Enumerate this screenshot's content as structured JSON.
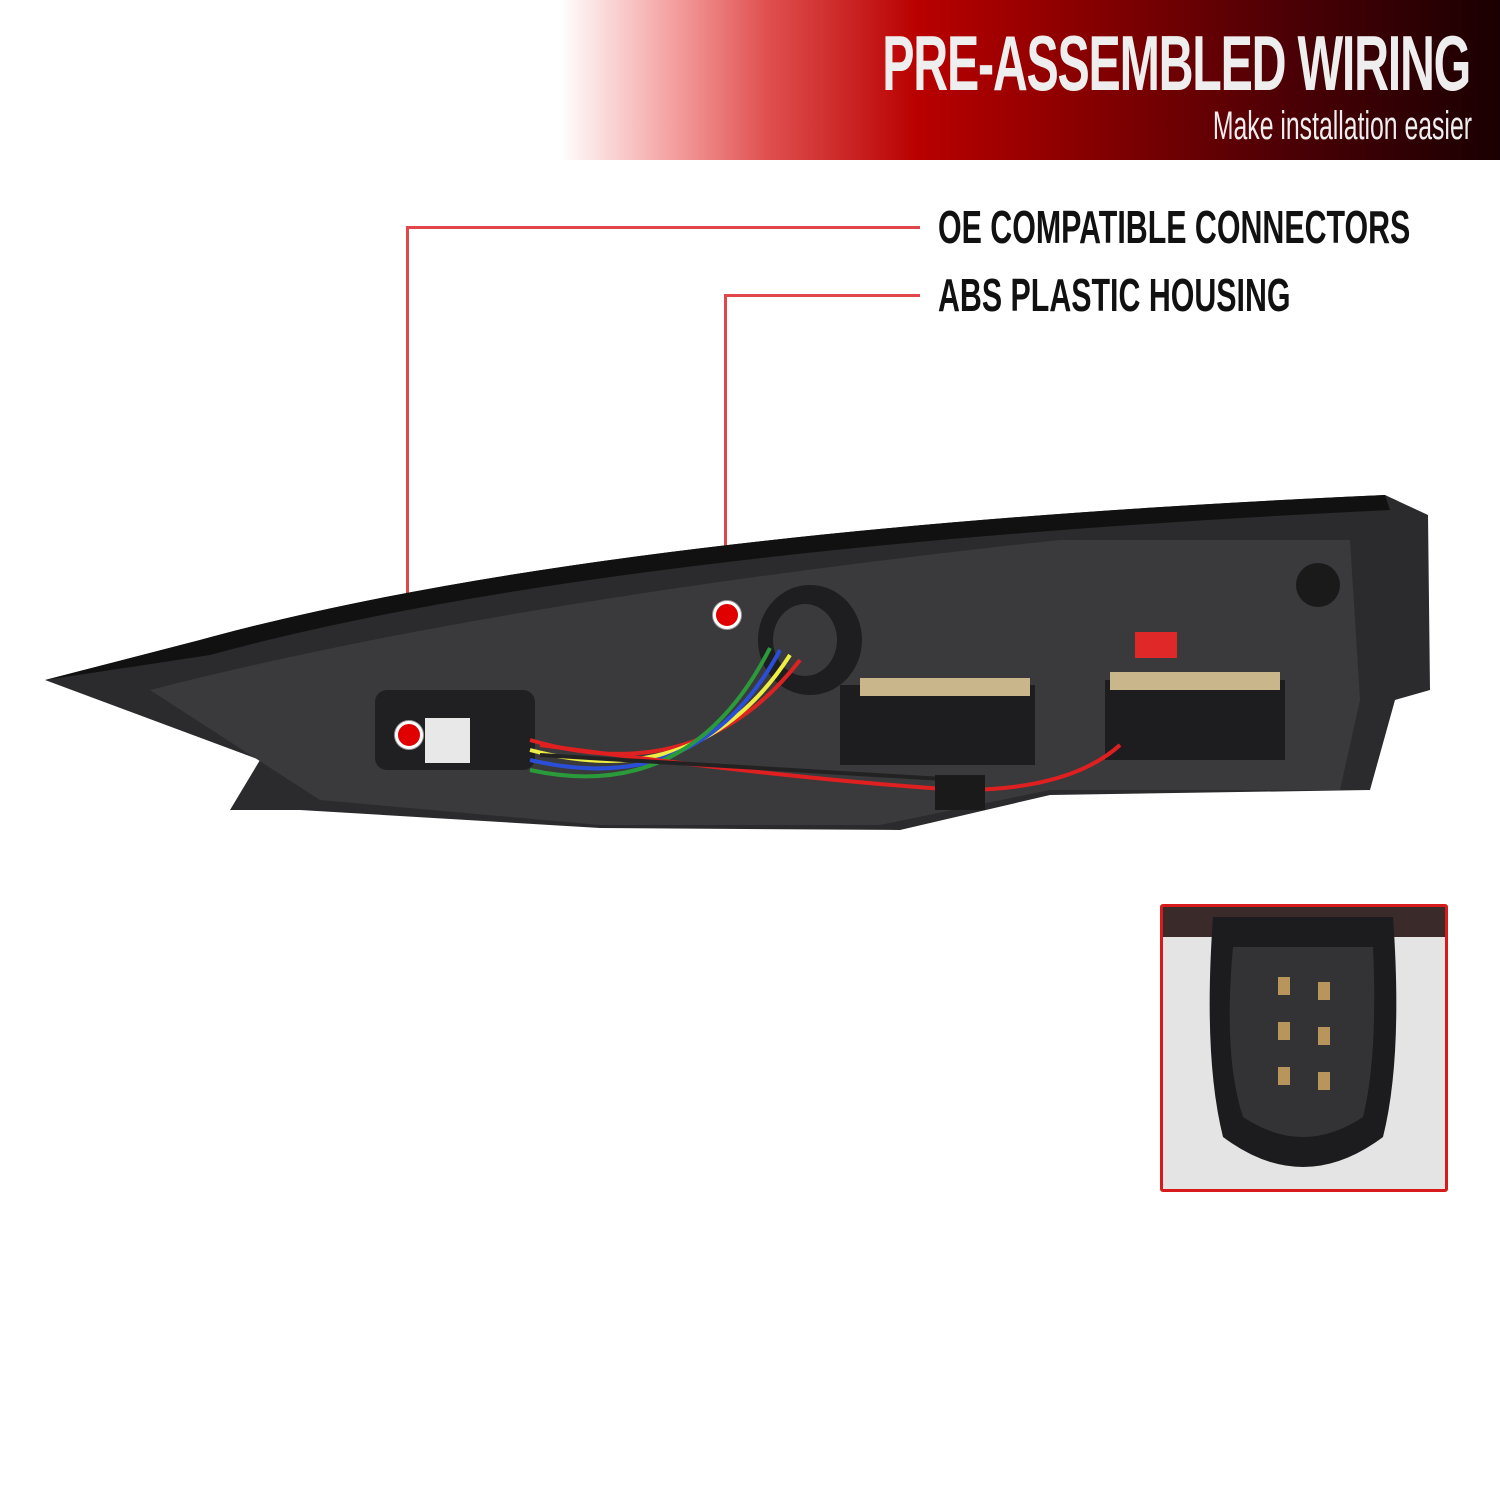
{
  "header": {
    "title": "PRE-ASSEMBLED WIRING",
    "subtitle": "Make installation easier"
  },
  "features": [
    {
      "label": "OE COMPATIBLE CONNECTORS"
    },
    {
      "label": "ABS PLASTIC HOUSING"
    }
  ],
  "colors": {
    "accent": "#e0464a",
    "banner_dark": "#1a0002",
    "banner_red": "#b90000",
    "callout_dot": "#e00000",
    "inset_border": "#d91a1a"
  }
}
